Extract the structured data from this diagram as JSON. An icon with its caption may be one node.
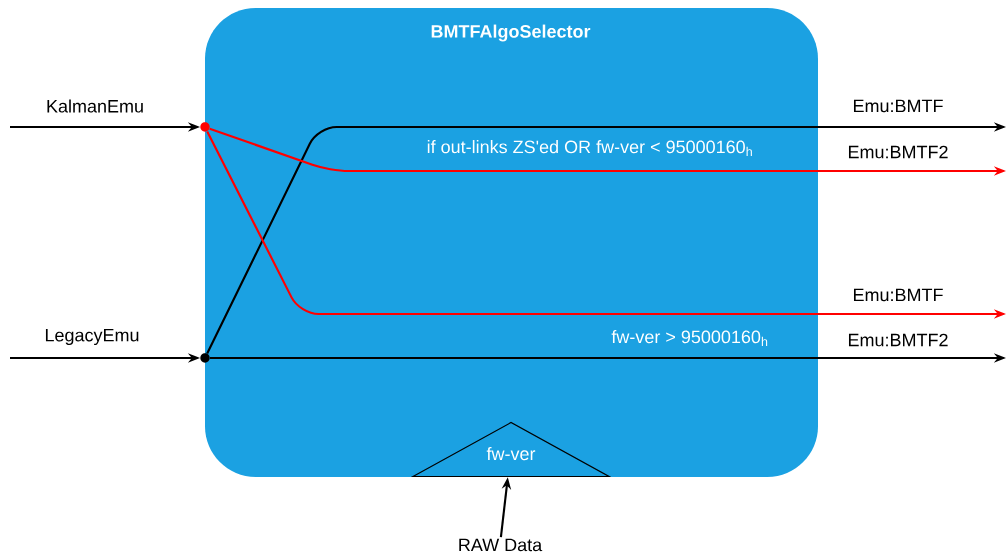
{
  "diagram": {
    "nodes": [
      {
        "text": [
          "BMTFAlgoSelector"
        ]
      },
      {
        "text": [],
        "shape": "circle",
        "in": 0
      },
      {
        "text": [],
        "shape": "circle",
        "in": 0
      },
      {
        "text": [
          "fw-ver"
        ],
        "in": 0
      },
      {
        "text": [
          "RAW Data"
        ]
      }
    ],
    "edges": [
      {
        "from": null,
        "to": 1,
        "arrow": "to",
        "label": "KalmanEmu"
      },
      {
        "from": null,
        "to": 2,
        "arrow": "to",
        "label": "LegacyEmu"
      },
      {
        "from": 2,
        "to": null,
        "arrow": "to",
        "label": "Emu:BMTF"
      },
      {
        "from": 1,
        "to": null,
        "arrow": "to",
        "label": "Emu:BMTF2",
        "color": "#ff0000"
      },
      {
        "from": 1,
        "to": null,
        "arrow": "to",
        "label": "Emu:BMTF",
        "color": "#ff0000"
      },
      {
        "from": 2,
        "to": null,
        "arrow": "to",
        "label": "Emu:BMTF2"
      },
      {
        "from": 4,
        "to": 3,
        "arrow": "to"
      }
    ],
    "labels": [
      "if out-links ZS'ed OR fw-ver < 95000160$_{h}$",
      "fw-ver > 95000160$_{h}$"
    ]
  }
}
